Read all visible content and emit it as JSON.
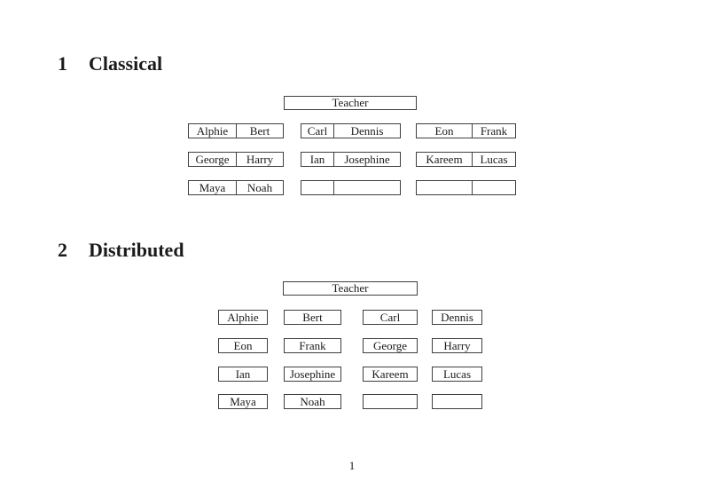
{
  "document": {
    "page_number": "1"
  },
  "classical": {
    "heading_number": "1",
    "heading_title": "Classical",
    "teacher_label": "Teacher",
    "rows": [
      {
        "desks": [
          {
            "left": "Alphie",
            "right": "Bert"
          },
          {
            "left": "Carl",
            "right": "Dennis"
          },
          {
            "left": "Eon",
            "right": "Frank"
          }
        ]
      },
      {
        "desks": [
          {
            "left": "George",
            "right": "Harry"
          },
          {
            "left": "Ian",
            "right": "Josephine"
          },
          {
            "left": "Kareem",
            "right": "Lucas"
          }
        ]
      },
      {
        "desks": [
          {
            "left": "Maya",
            "right": "Noah"
          },
          {
            "left": "",
            "right": ""
          },
          {
            "left": "",
            "right": ""
          }
        ]
      }
    ]
  },
  "distributed": {
    "heading_number": "2",
    "heading_title": "Distributed",
    "teacher_label": "Teacher",
    "rows": [
      {
        "seats": [
          "Alphie",
          "Bert",
          "Carl",
          "Dennis"
        ]
      },
      {
        "seats": [
          "Eon",
          "Frank",
          "George",
          "Harry"
        ]
      },
      {
        "seats": [
          "Ian",
          "Josephine",
          "Kareem",
          "Lucas"
        ]
      },
      {
        "seats": [
          "Maya",
          "Noah",
          "",
          ""
        ]
      }
    ]
  }
}
